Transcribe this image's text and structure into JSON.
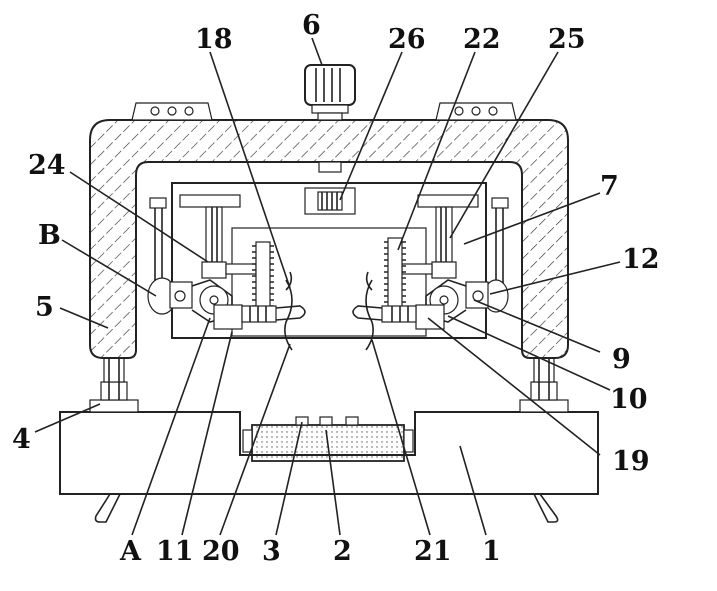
{
  "labels": {
    "l1": "1",
    "l2": "2",
    "l3": "3",
    "l4": "4",
    "l5": "5",
    "l6": "6",
    "l7": "7",
    "l9": "9",
    "l10": "10",
    "l11": "11",
    "l12": "12",
    "l18": "18",
    "l19": "19",
    "l20": "20",
    "l21": "21",
    "l22": "22",
    "l24": "24",
    "l25": "25",
    "l26": "26",
    "lA": "A",
    "lB": "B"
  }
}
